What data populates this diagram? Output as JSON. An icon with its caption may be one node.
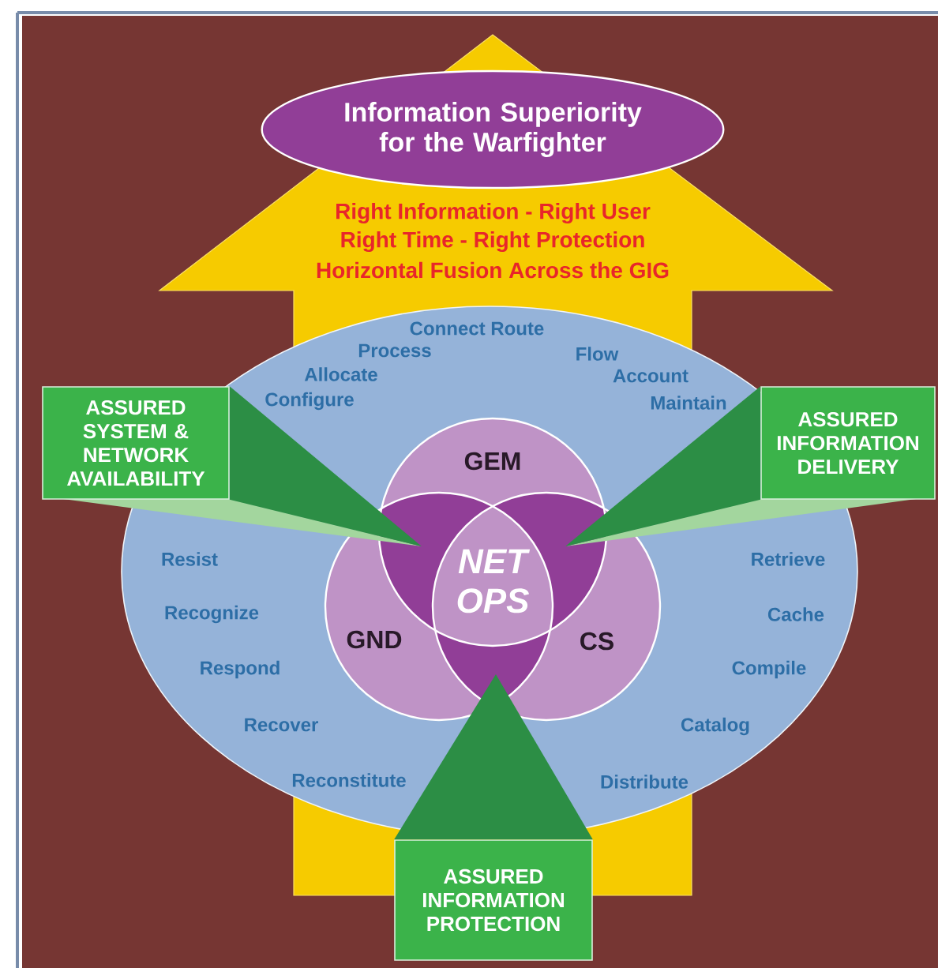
{
  "diagram": {
    "nodes": [
      {
        "text": [
          "Information Superiority for the Warfighter"
        ]
      },
      {
        "text": [
          "Connect Route",
          "Process",
          "Allocate",
          "Configure",
          "Flow",
          "Account",
          "Maintain",
          "Resist",
          "Recognize",
          "Respond",
          "Recover",
          "Reconstitute",
          "Retrieve",
          "Cache",
          "Compile",
          "Catalog",
          "Distribute"
        ]
      },
      {
        "text": [
          "GEM"
        ],
        "in": 1
      },
      {
        "text": [
          "GND"
        ],
        "in": 1
      },
      {
        "text": [
          "CS"
        ],
        "in": 1
      },
      {
        "text": [
          "NET OPS"
        ]
      },
      {
        "text": [
          "ASSURED SYSTEM & NETWORK AVAILABILITY"
        ]
      },
      {
        "text": [
          "ASSURED INFORMATION DELIVERY"
        ]
      },
      {
        "text": [
          "ASSURED INFORMATION PROTECTION"
        ]
      }
    ],
    "edges": [
      {
        "from": 8,
        "to": 0,
        "arrow": "to"
      },
      {
        "from": 6,
        "to": 5,
        "arrow": "to"
      },
      {
        "from": 7,
        "to": 5,
        "arrow": "to"
      },
      {
        "from": 8,
        "to": 5,
        "arrow": "to"
      }
    ],
    "labels": [
      "Right Information - Right User",
      "Right Time - Right Protection",
      "Horizontal Fusion Across the GIG"
    ]
  }
}
